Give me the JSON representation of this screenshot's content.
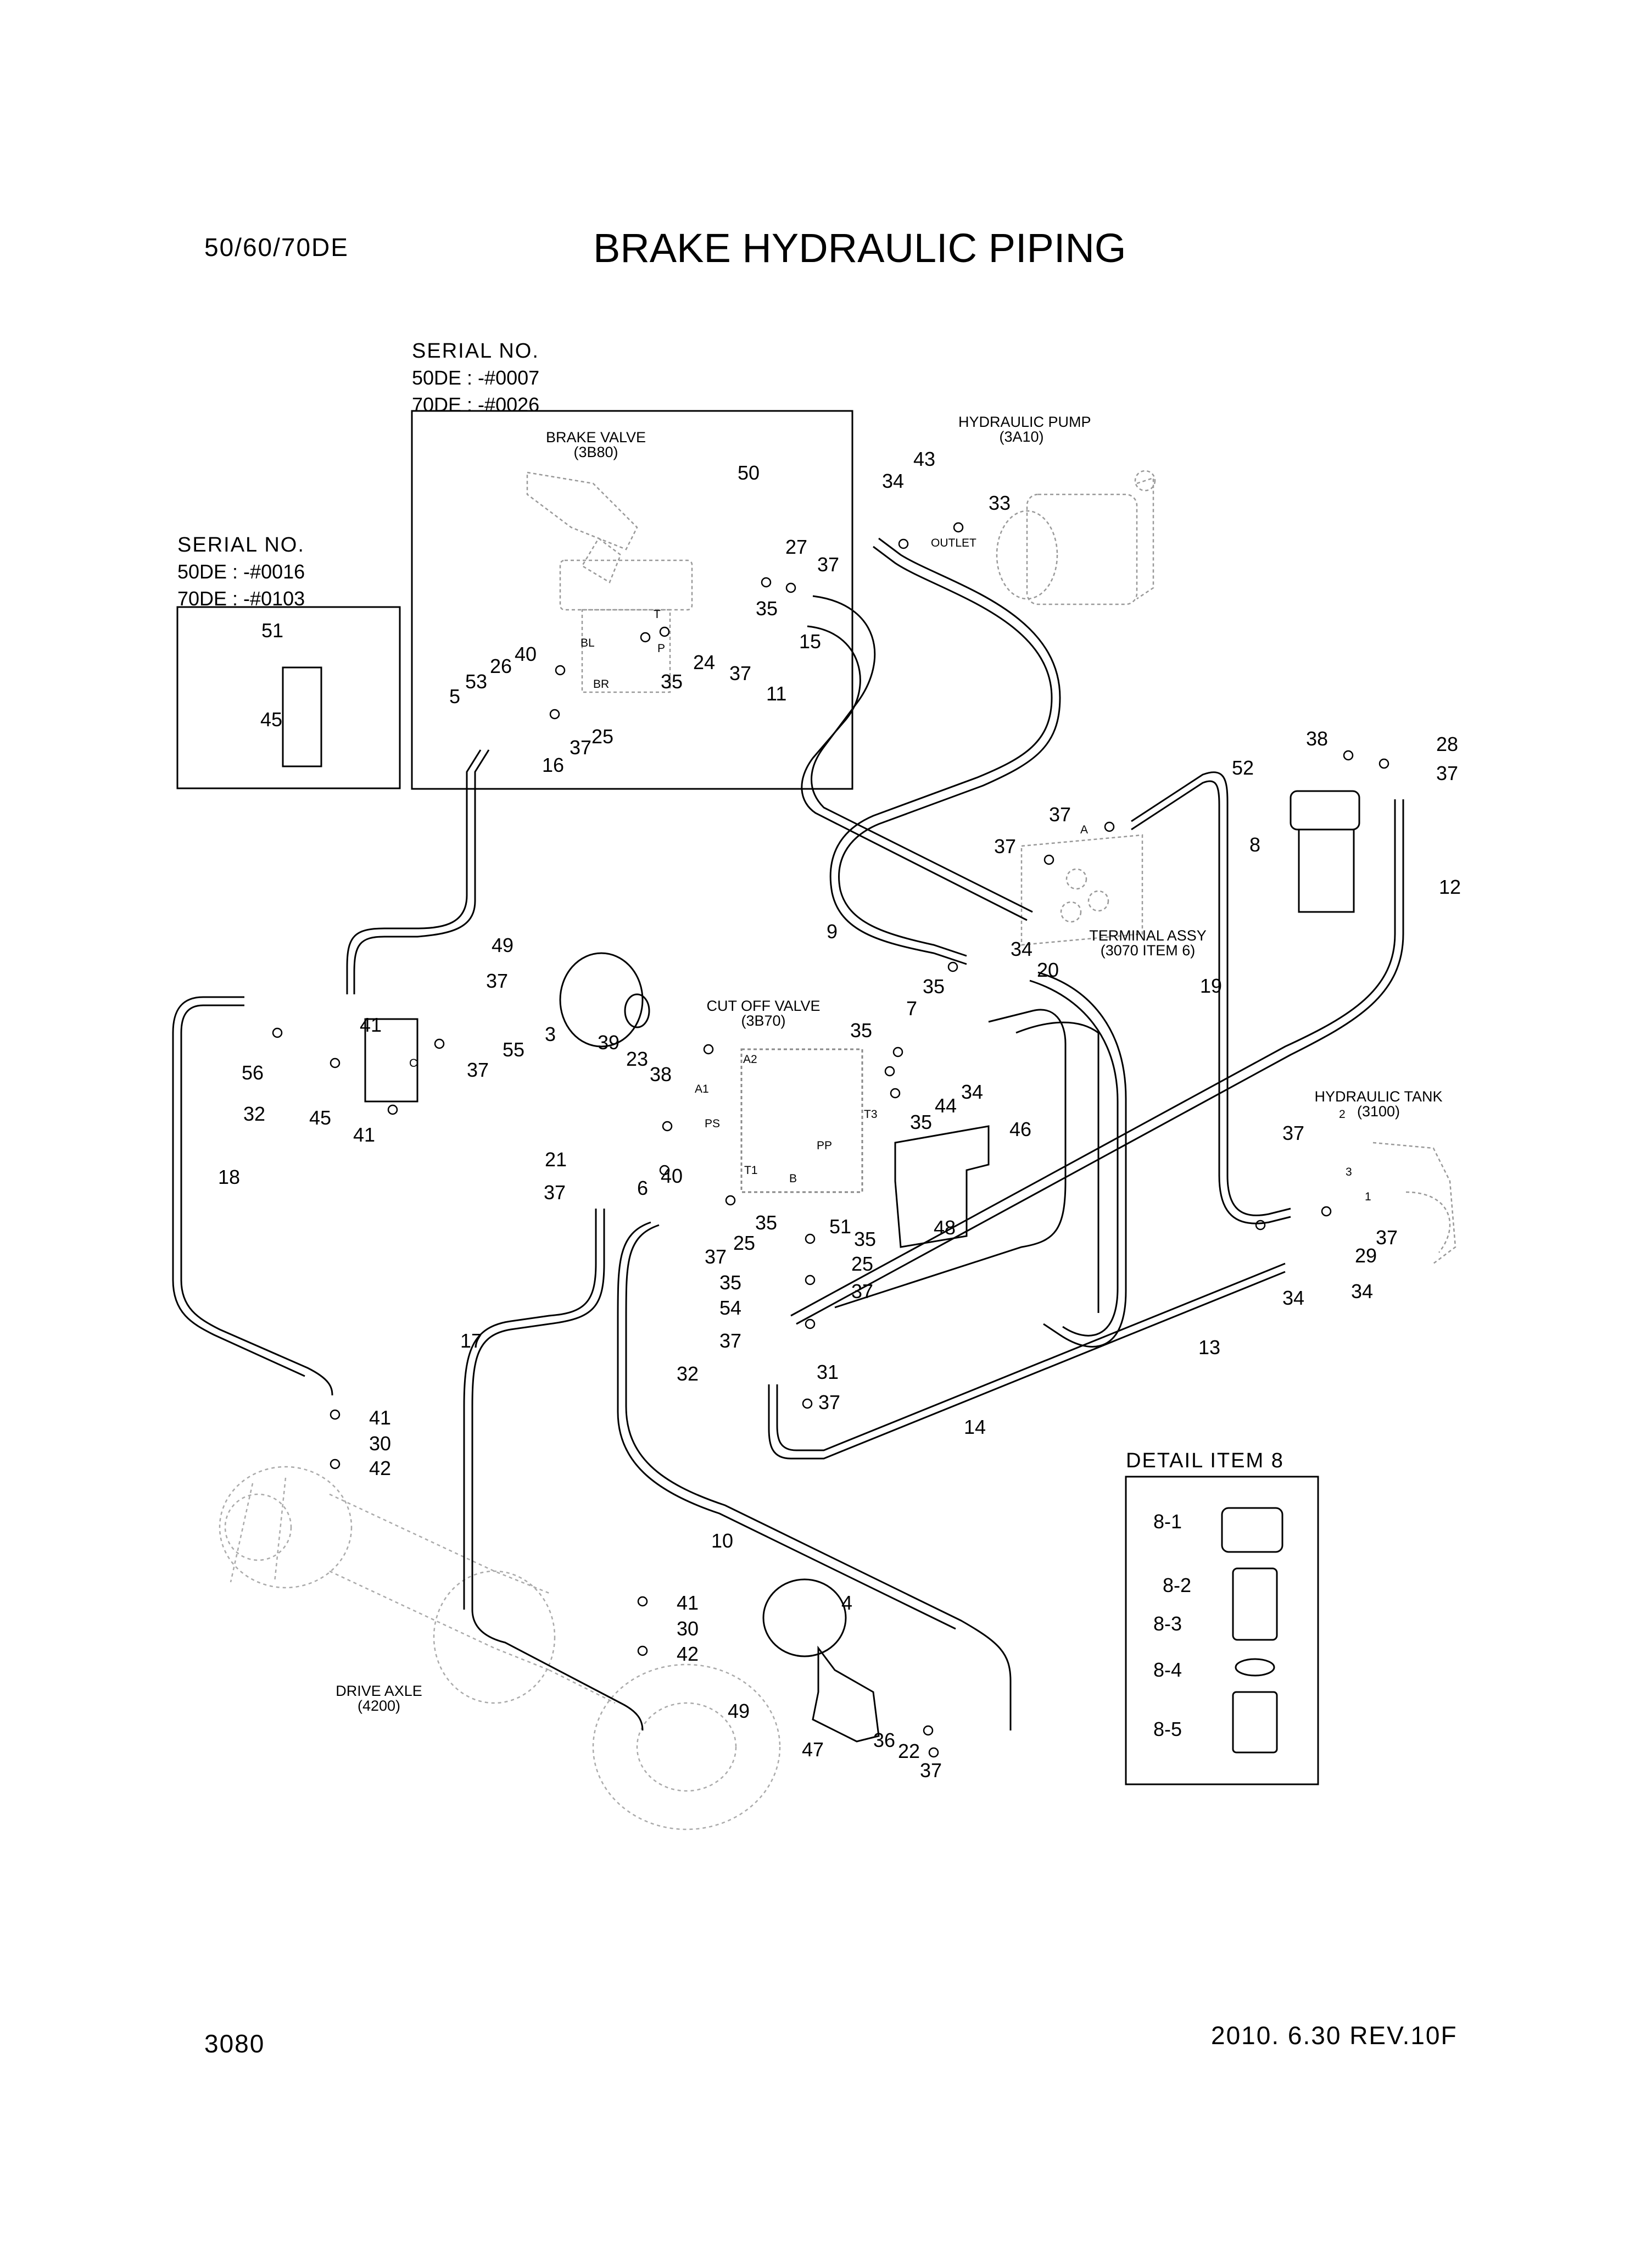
{
  "header": {
    "model": "50/60/70DE",
    "title": "BRAKE HYDRAULIC PIPING"
  },
  "serial_boxes": {
    "brake_valve": {
      "label": "SERIAL NO.",
      "line1": "50DE : -#0007",
      "line2": "70DE : -#0026"
    },
    "alt_valve": {
      "label": "SERIAL NO.",
      "line1": "50DE : -#0016",
      "line2": "70DE : -#0103"
    }
  },
  "components": {
    "brake_valve": {
      "name": "BRAKE VALVE",
      "ref": "(3B80)"
    },
    "hydraulic_pump": {
      "name": "HYDRAULIC PUMP",
      "ref": "(3A10)",
      "port": "OUTLET"
    },
    "terminal_assy": {
      "name": "TERMINAL ASSY",
      "ref": "(3070 ITEM 6)"
    },
    "cut_off_valve": {
      "name": "CUT OFF VALVE",
      "ref": "(3B70)"
    },
    "hydraulic_tank": {
      "name": "HYDRAULIC TANK",
      "ref": "(3100)"
    },
    "drive_axle": {
      "name": "DRIVE AXLE",
      "ref": "(4200)"
    }
  },
  "detail": {
    "title": "DETAIL ITEM 8",
    "items": [
      "8-1",
      "8-2",
      "8-3",
      "8-4",
      "8-5"
    ]
  },
  "ports": [
    "BL",
    "BR",
    "T",
    "P",
    "A",
    "A1",
    "A2",
    "PS",
    "T1",
    "T3",
    "PP",
    "B",
    "C",
    "1",
    "2",
    "3"
  ],
  "callouts": [
    "50",
    "27",
    "37",
    "35",
    "15",
    "24",
    "37",
    "11",
    "40",
    "26",
    "53",
    "5",
    "35",
    "25",
    "37",
    "16",
    "51",
    "45",
    "34",
    "43",
    "33",
    "52",
    "38",
    "28",
    "37",
    "8",
    "12",
    "37",
    "37",
    "9",
    "34",
    "20",
    "19",
    "35",
    "7",
    "35",
    "44",
    "34",
    "35",
    "46",
    "3",
    "39",
    "23",
    "38",
    "21",
    "6",
    "40",
    "37",
    "41",
    "56",
    "32",
    "45",
    "41",
    "49",
    "37",
    "55",
    "37",
    "18",
    "17",
    "25",
    "37",
    "51",
    "35",
    "48",
    "35",
    "25",
    "35",
    "37",
    "54",
    "37",
    "31",
    "32",
    "37",
    "14",
    "13",
    "37",
    "29",
    "37",
    "34",
    "34",
    "10",
    "41",
    "30",
    "42",
    "41",
    "30",
    "42",
    "4",
    "49",
    "47",
    "36",
    "22",
    "37"
  ],
  "footer": {
    "page": "3080",
    "date_rev": "2010. 6.30  REV.10F"
  }
}
